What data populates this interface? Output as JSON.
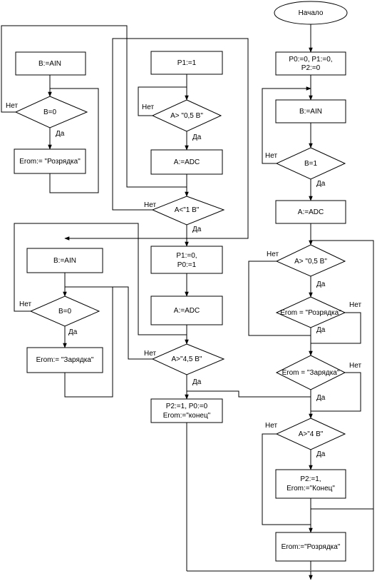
{
  "flowchart": {
    "start": "Начало",
    "col1": {
      "read_b": "B:=AIN",
      "check_b0": "B=0",
      "erom_discharge": "Erom:= \"Розрядка\"",
      "read_b_2": "B:=AIN",
      "check_b0_2": "B=0",
      "erom_charge": "Erom:= \"Зарядка\""
    },
    "col2": {
      "p1_set": "P1:=1",
      "check_a_05": "A> \"0,5 B\"",
      "adc_1": "A:=ADC",
      "check_a_1": "A<\"1 B\"",
      "p_reset": [
        "P1:=0,",
        "P0:=1"
      ],
      "adc_2": "A:=ADC",
      "check_a_45": "A>\"4,5 B\"",
      "final_block": [
        "P2:=1, P0:=0",
        "Erom:=\"конец\""
      ]
    },
    "col3": {
      "init_block": [
        "P0:=0, P1:=0,",
        "P2:=0"
      ],
      "read_b": "B:=AIN",
      "check_b1": "B=1",
      "adc": "A:=ADC",
      "check_a_05": "A> \"0,5 B\"",
      "check_discharge": "Erom = \"Розрядка\"",
      "check_charge": "Erom = \"Зарядка\"",
      "check_a_4": "A>\"4 B\"",
      "finish_block": [
        "P2:=1,",
        "Erom:=\"Конец\""
      ],
      "erom_discharge": "Erom:=\"Розрядка\""
    },
    "branch_labels": {
      "yes": "Да",
      "no": "Нет"
    }
  }
}
